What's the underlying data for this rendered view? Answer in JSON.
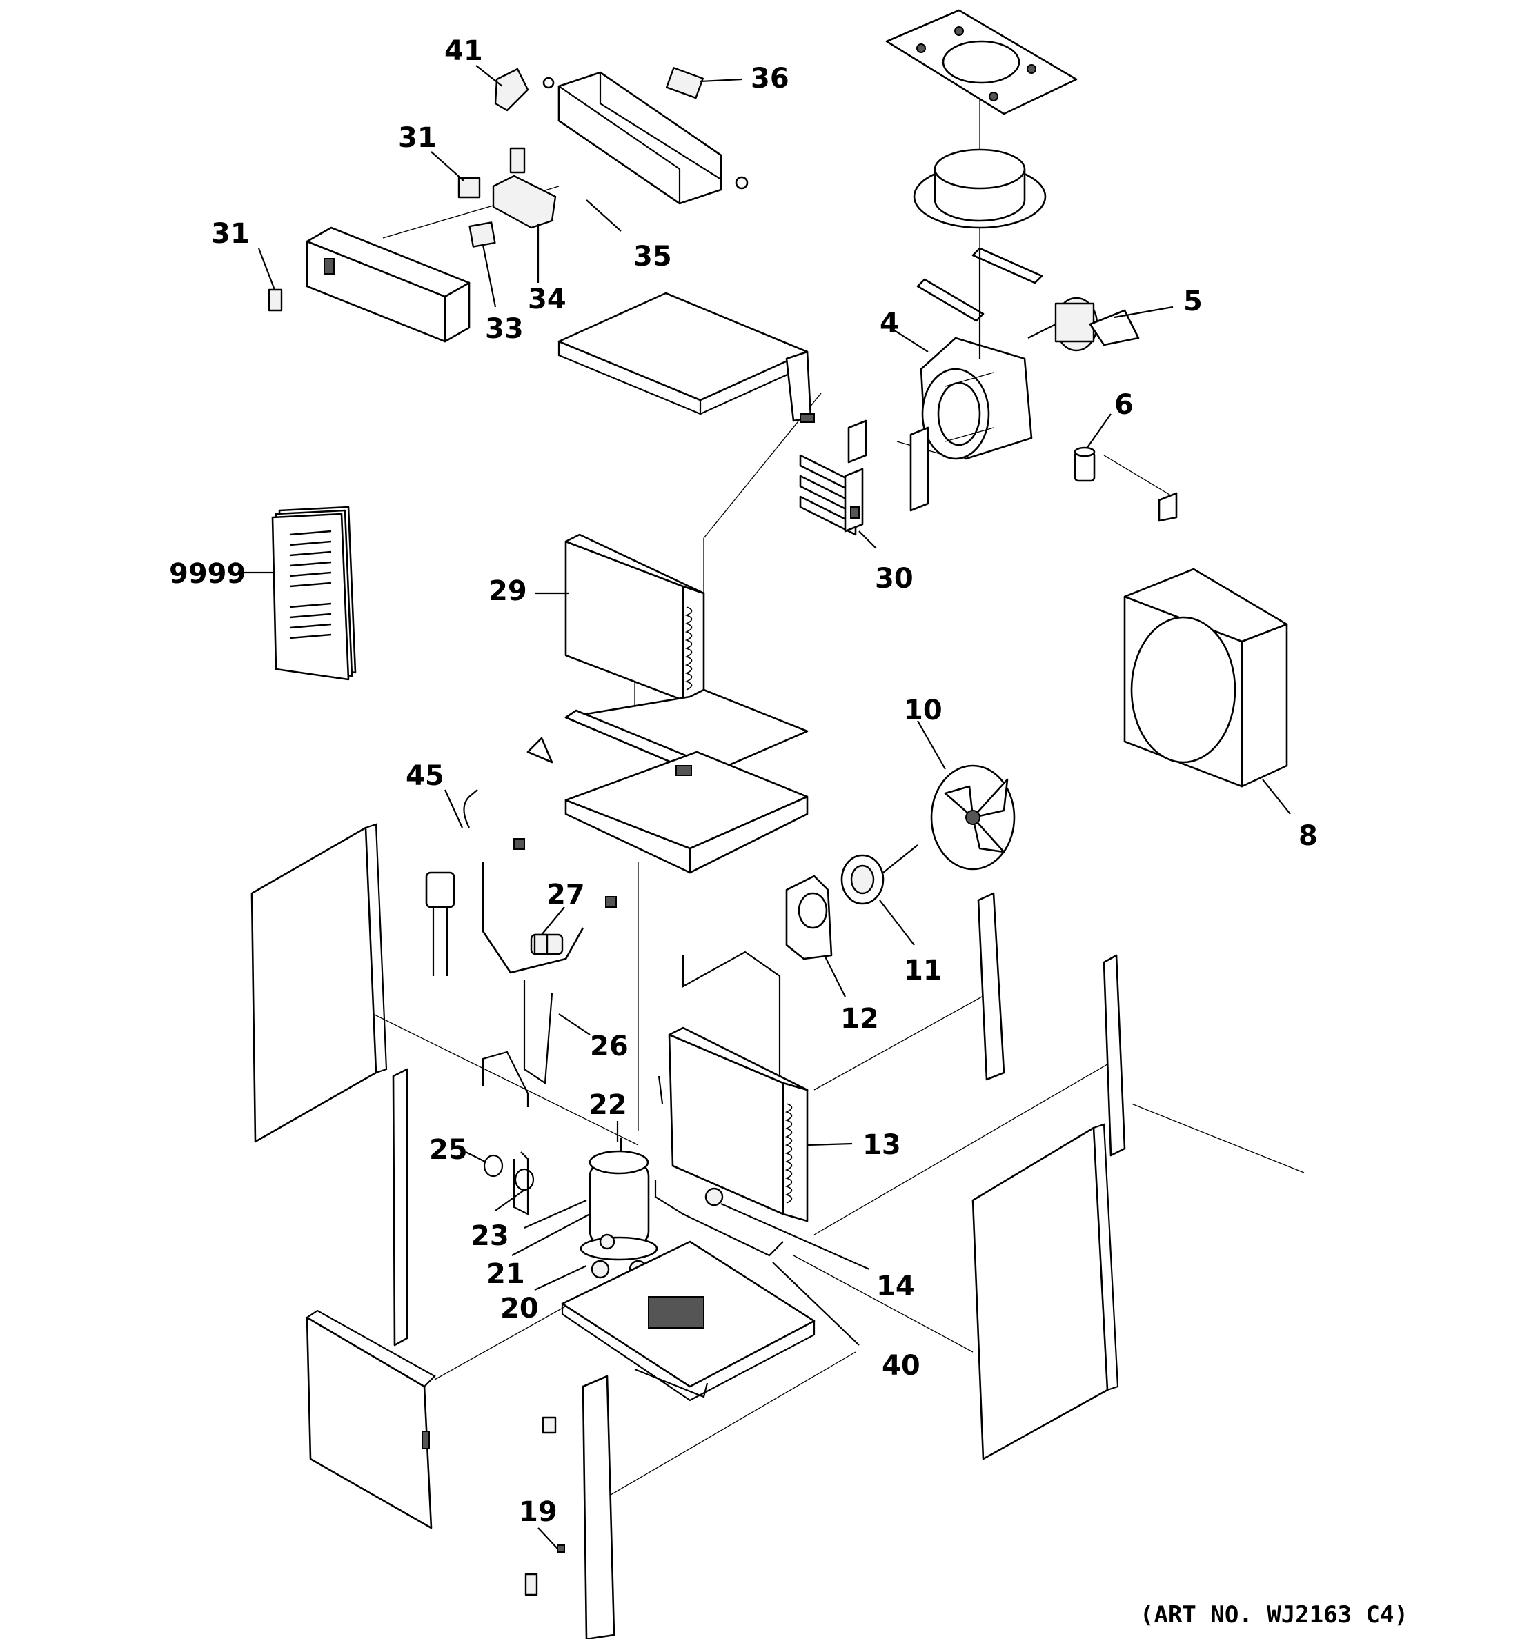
{
  "diagram": {
    "art_number": "(ART NO. WJ2163 C4)",
    "callouts": [
      {
        "id": "c41",
        "label": "41"
      },
      {
        "id": "c36",
        "label": "36"
      },
      {
        "id": "c31a",
        "label": "31"
      },
      {
        "id": "c31b",
        "label": "31"
      },
      {
        "id": "c35",
        "label": "35"
      },
      {
        "id": "c34",
        "label": "34"
      },
      {
        "id": "c33",
        "label": "33"
      },
      {
        "id": "c5",
        "label": "5"
      },
      {
        "id": "c4",
        "label": "4"
      },
      {
        "id": "c6",
        "label": "6"
      },
      {
        "id": "c30",
        "label": "30"
      },
      {
        "id": "c9999",
        "label": "9999"
      },
      {
        "id": "c29",
        "label": "29"
      },
      {
        "id": "c8",
        "label": "8"
      },
      {
        "id": "c10",
        "label": "10"
      },
      {
        "id": "c45",
        "label": "45"
      },
      {
        "id": "c27",
        "label": "27"
      },
      {
        "id": "c11",
        "label": "11"
      },
      {
        "id": "c12",
        "label": "12"
      },
      {
        "id": "c26",
        "label": "26"
      },
      {
        "id": "c22",
        "label": "22"
      },
      {
        "id": "c13",
        "label": "13"
      },
      {
        "id": "c25",
        "label": "25"
      },
      {
        "id": "c23",
        "label": "23"
      },
      {
        "id": "c21",
        "label": "21"
      },
      {
        "id": "c20",
        "label": "20"
      },
      {
        "id": "c14",
        "label": "14"
      },
      {
        "id": "c40",
        "label": "40"
      },
      {
        "id": "c19",
        "label": "19"
      }
    ]
  }
}
